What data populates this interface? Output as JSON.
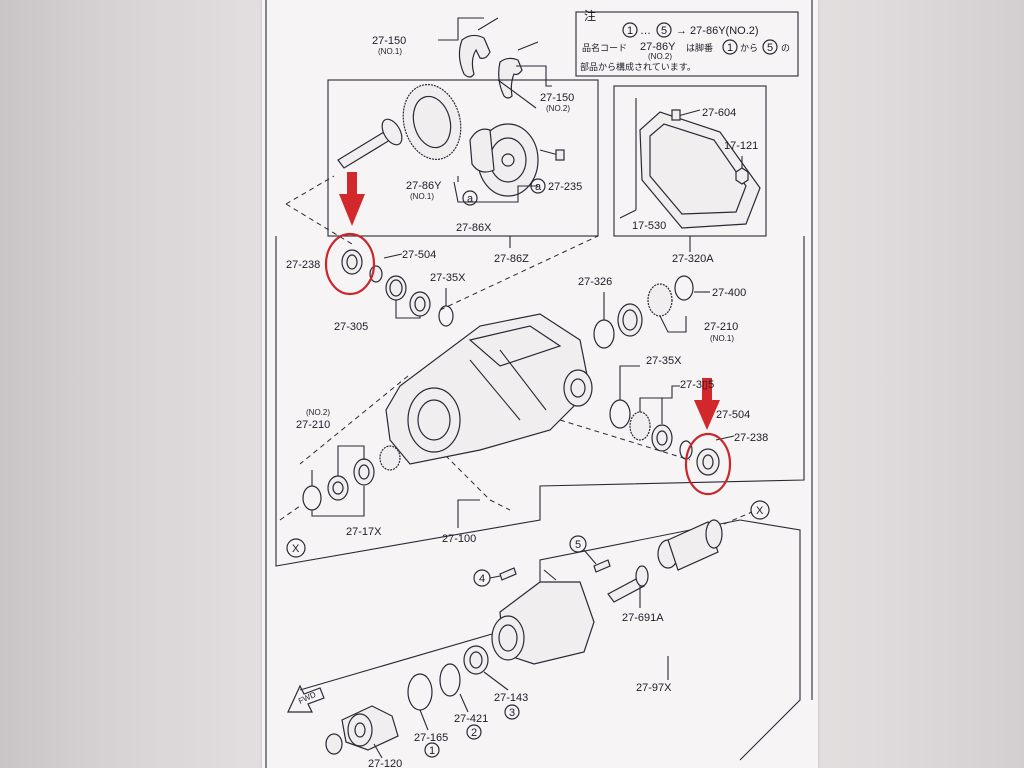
{
  "note": {
    "title": "注",
    "range_start": "1",
    "range_end": "5",
    "range_target": "→ 27-86Y(NO.2)",
    "line2_prefix": "品名コード",
    "line2_code": "27-86Y",
    "line2_code_sub": "(NO.2)",
    "line2_mid": "は脚番",
    "line2_from": "から",
    "line2_suffix": "の",
    "line3": "部品から構成されています。"
  },
  "labels": {
    "p27_150_no1": "27-150",
    "p27_150_no1_sub": "(NO.1)",
    "p27_150_no2": "27-150",
    "p27_150_no2_sub": "(NO.2)",
    "p27_604": "27-604",
    "p17_121": "17-121",
    "p27_86y": "27-86Y",
    "p27_86y_sub": "(NO.1)",
    "p27_235": "27-235",
    "p17_530": "17-530",
    "p27_86x": "27-86X",
    "p27_86z": "27-86Z",
    "p27_320a": "27-320A",
    "p27_238_top": "27-238",
    "p27_504_top": "27-504",
    "p27_35x_top": "27-35X",
    "p27_305": "27-305",
    "p27_326": "27-326",
    "p27_400": "27-400",
    "p27_210_no1": "27-210",
    "p27_210_no1_sub": "(NO.1)",
    "p27_35x_mid": "27-35X",
    "p27_3x5": "27-3▯5",
    "p27_504_mid": "27-504",
    "p27_238_mid": "27-238",
    "p27_210_no2": "27-210",
    "p27_210_no2_sub": "(NO.2)",
    "p27_17x": "27-17X",
    "p27_100": "27-100",
    "p27_691a": "27-691A",
    "p27_97x": "27-97X",
    "p27_143": "27-143",
    "p27_421": "27-421",
    "p27_165": "27-165",
    "p27_120": "27-120",
    "fwd": "FWD",
    "circ_x1": "X",
    "circ_x2": "X",
    "circ_a1": "a",
    "circ_a2": "a",
    "circ_1": "1",
    "circ_2": "2",
    "circ_3": "3",
    "circ_4": "4",
    "circ_5": "5"
  },
  "colors": {
    "highlight": "#c8282c",
    "ink": "#2a2a36",
    "paper": "#f6f4f5"
  }
}
